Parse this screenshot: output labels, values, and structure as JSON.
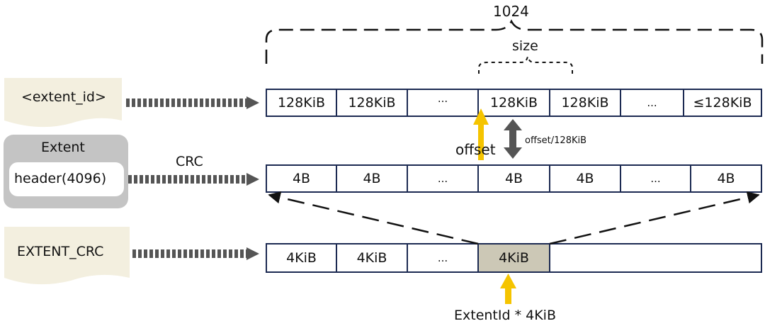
{
  "top_bracket_label": "1024",
  "size_label": "size",
  "extent_id_tag": "<extent_id>",
  "extent_box": {
    "title": "Extent",
    "header_label": "header(4096)"
  },
  "crc_label": "CRC",
  "extent_crc_tag": "EXTENT_CRC",
  "row_blocks": [
    "128KiB",
    "128KiB",
    "...",
    "128KiB",
    "128KiB",
    "...",
    "≤128KiB"
  ],
  "row_crc": [
    "4B",
    "4B",
    "...",
    "4B",
    "4B",
    "...",
    "4B"
  ],
  "row_extent_crc": [
    "4KiB",
    "4KiB",
    "...",
    "4KiB"
  ],
  "offset_label": "offset",
  "offset_div_label": "offset/128KiB",
  "bottom_label": "ExtentId * 4KiB",
  "colors": {
    "row_border": "#1c2a52",
    "tag_fill": "#f3efdf",
    "extent_box_fill": "#c4c4c4",
    "highlight_cell": "#ccc8b6",
    "arrow_gray": "#555555",
    "arrow_yellow": "#f5c400"
  }
}
